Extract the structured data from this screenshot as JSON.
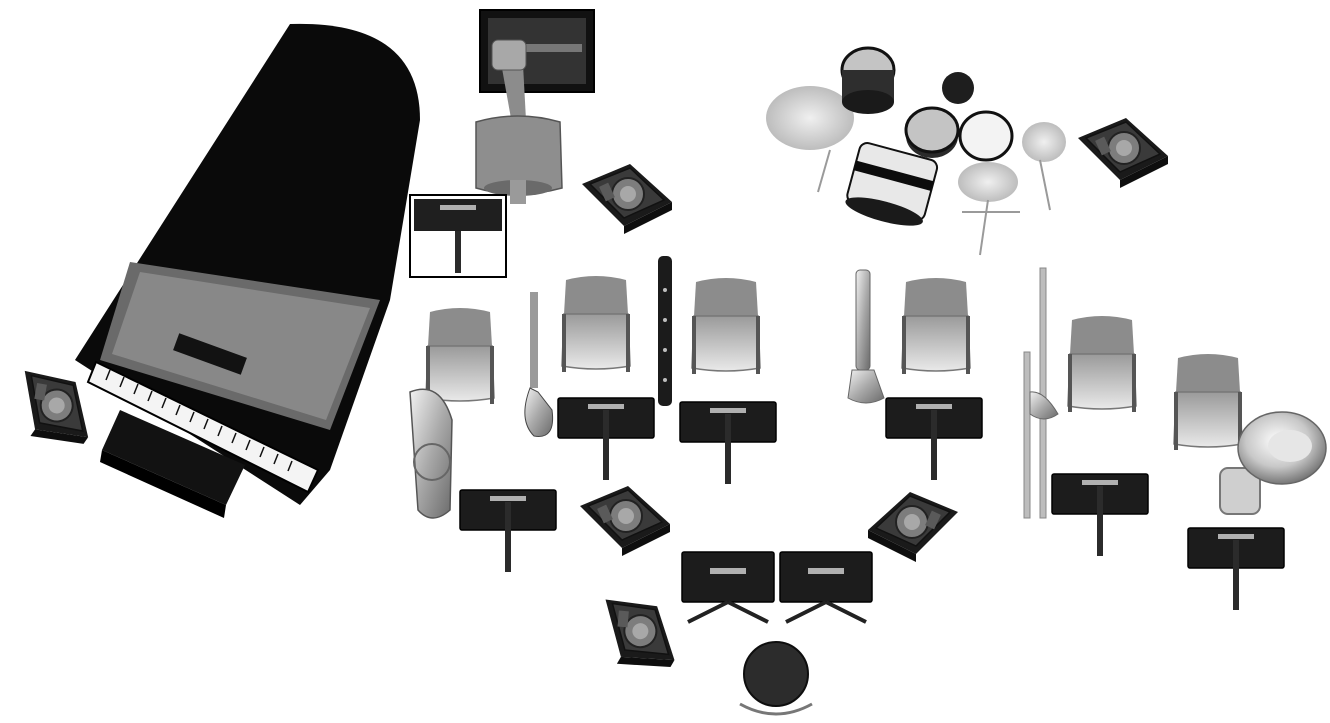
{
  "scene": {
    "background": "#ffffff",
    "palette": {
      "black": "#0d0d0d",
      "dark": "#2a2a2a",
      "grey": "#8a8a8a",
      "light": "#d8d8d8",
      "metal": "#b5b5b5",
      "white": "#f7f7f7"
    },
    "objects": [
      {
        "kind": "grand-piano",
        "name": "grand-piano-icon"
      },
      {
        "kind": "piano-bench",
        "name": "piano-bench-icon"
      },
      {
        "kind": "bass-amplifier",
        "name": "bass-amp-icon"
      },
      {
        "kind": "upright-bass",
        "name": "upright-bass-icon"
      },
      {
        "kind": "drum-kit",
        "name": "drum-kit-icon"
      },
      {
        "kind": "saxophone",
        "name": "alto-saxophone-icon"
      },
      {
        "kind": "saxophone",
        "name": "baritone-saxophone-icon"
      },
      {
        "kind": "clarinet",
        "name": "clarinet-icon"
      },
      {
        "kind": "trumpet",
        "name": "trumpet-icon"
      },
      {
        "kind": "trombone",
        "name": "trombone-icon"
      },
      {
        "kind": "tuba",
        "name": "tuba-icon"
      },
      {
        "kind": "stage-monitor",
        "name": "stage-monitor-icon"
      },
      {
        "kind": "chair",
        "name": "chair-icon"
      },
      {
        "kind": "music-stand",
        "name": "music-stand-icon"
      },
      {
        "kind": "conductor-stool",
        "name": "conductor-stool-icon"
      }
    ]
  }
}
